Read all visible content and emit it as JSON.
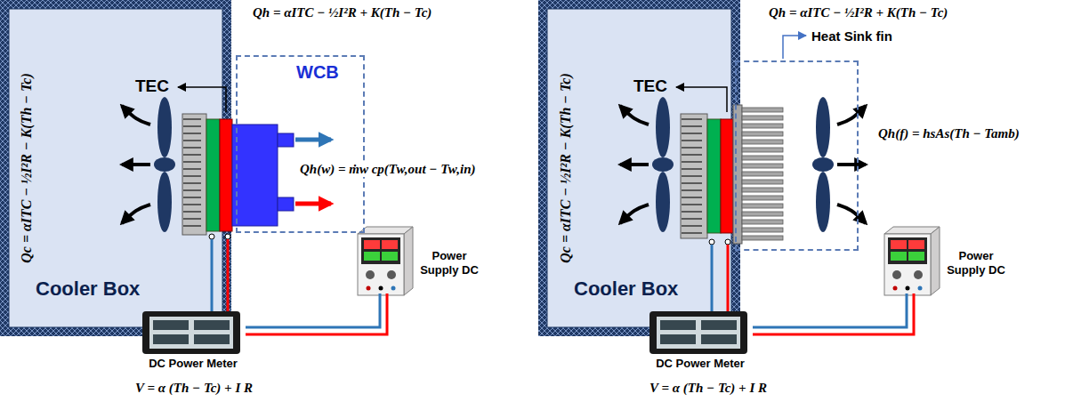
{
  "diagram": {
    "nodes": [
      {
        "text": [
          "Cooler Box"
        ]
      },
      {
        "text": [
          "WCB"
        ]
      },
      {
        "text": [
          "Power Supply DC"
        ]
      },
      {
        "text": [
          "DC Power Meter"
        ]
      },
      {
        "text": [
          "Cooler Box"
        ]
      },
      {
        "text": [
          "Heat Sink fin"
        ]
      },
      {
        "text": [
          "Power Supply DC"
        ]
      },
      {
        "text": [
          "DC Power Meter"
        ]
      }
    ],
    "edges": [
      {
        "from": 3,
        "to": 2,
        "arrow": "none"
      },
      {
        "from": 7,
        "to": 6,
        "arrow": "none"
      }
    ],
    "labels": [
      "TEC",
      "Qh = αITC − ½I²R + K(Th − Tc)",
      "Qh(w) = ṁw cp(Tw,out − Tw,in)",
      "Qc = αITC − ½I²R − K(Th − Tc)",
      "V = α (Th − Tc) + I R",
      "TEC",
      "Qh = αITC − ½I²R + K(Th − Tc)",
      "Qh(f) = hsAs(Th − Tamb)",
      "Qc = αITC − ½I²R − K(Th − Tc)",
      "V = α (Th − Tc) + I R"
    ]
  }
}
